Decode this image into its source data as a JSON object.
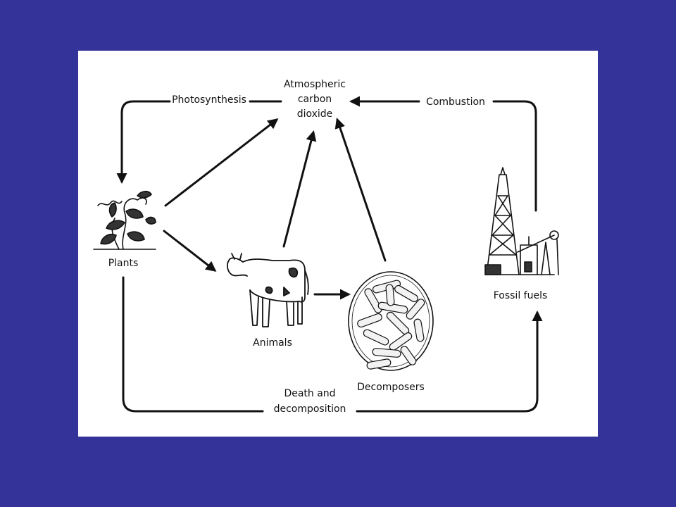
{
  "colors": {
    "slide_background": "#333399",
    "panel_background": "#ffffff",
    "ink": "#111111"
  },
  "diagram": {
    "nodes": {
      "atmosphere": {
        "line1": "Atmospheric",
        "line2": "carbon",
        "line3": "dioxide"
      },
      "plants": {
        "label": "Plants",
        "icon": "plant-icon"
      },
      "animals": {
        "label": "Animals",
        "icon": "cow-icon"
      },
      "decomposers": {
        "label": "Decomposers",
        "icon": "bacteria-icon"
      },
      "fossil_fuels": {
        "label": "Fossil fuels",
        "icon": "oil-derrick-icon"
      }
    },
    "edges": {
      "photosynthesis": "Photosynthesis",
      "combustion": "Combustion",
      "death_line1": "Death and",
      "death_line2": "decomposition"
    }
  }
}
